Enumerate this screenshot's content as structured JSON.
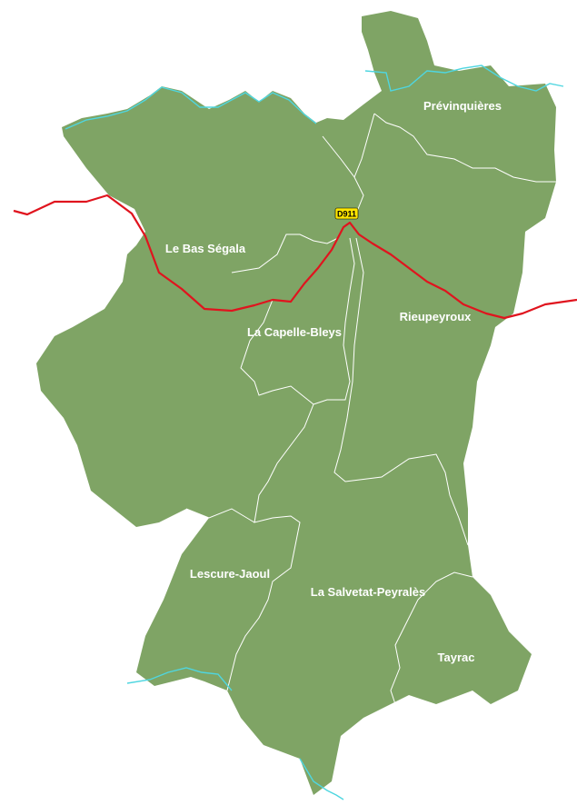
{
  "map": {
    "colors": {
      "land": "#7fa465",
      "commune_border": "#ffffff",
      "river": "#4fd6e0",
      "road": "#e0141e",
      "road_badge": "#ffe600",
      "background": "#ffffff"
    },
    "road": {
      "name": "D911"
    },
    "communes": [
      {
        "name": "Prévinquières"
      },
      {
        "name": "Le Bas Ségala"
      },
      {
        "name": "La Capelle-Bleys"
      },
      {
        "name": "Rieupeyroux"
      },
      {
        "name": "Lescure-Jaoul"
      },
      {
        "name": "La Salvetat-Peyralès"
      },
      {
        "name": "Tayrac"
      }
    ]
  }
}
